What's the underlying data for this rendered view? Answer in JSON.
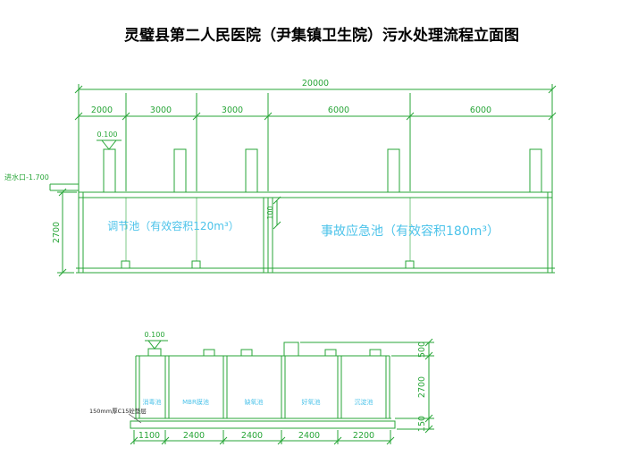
{
  "title": "灵璧县第二人民医院（尹集镇卫生院）污水处理流程立面图",
  "colors": {
    "line_green": "#27a537",
    "label_cyan": "#4cc3ea",
    "title_black": "#000000",
    "background": "#ffffff"
  },
  "upper_view": {
    "dim_total": "20000",
    "dims": [
      "2000",
      "3000",
      "3000",
      "6000",
      "6000"
    ],
    "elevation": "0.100",
    "inlet_label": "进水口-1.700",
    "dim_height": "2700",
    "dim_gap": "100",
    "tank1_label": "调节池（有效容积120m³）",
    "tank2_label": "事故应急池（有效容积180m³）"
  },
  "lower_view": {
    "elevation": "0.100",
    "compartments": [
      "消毒池",
      "MBR膜池",
      "缺氧池",
      "好氧池",
      "沉淀池"
    ],
    "base_note": "150mm厚C15砼垫层",
    "dims_bottom": [
      "1100",
      "2400",
      "2400",
      "2400",
      "2200"
    ],
    "dims_right": [
      "500",
      "2700",
      "150"
    ]
  }
}
